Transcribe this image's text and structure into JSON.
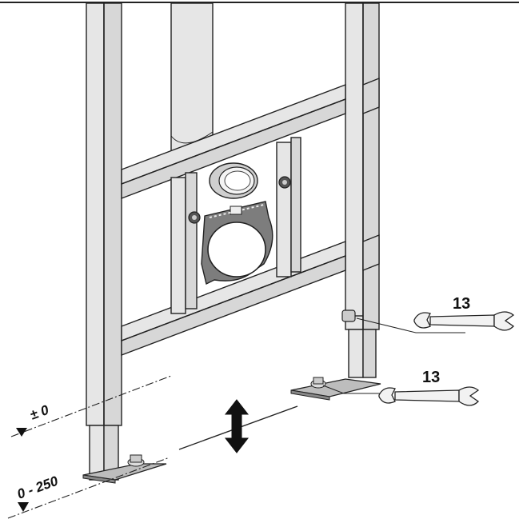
{
  "labels": {
    "wrench_size_upper": "13",
    "wrench_size_lower": "13",
    "level_zero": "± 0",
    "height_range": "0 - 250"
  },
  "icons": {
    "wrench_upper": "open-end-wrench-icon",
    "wrench_lower": "open-end-wrench-icon",
    "height_adjust": "double-arrow-vertical-icon"
  },
  "colors": {
    "frame": "#d7d7d7",
    "outline": "#222222",
    "drain_plate": "#7d7d7d",
    "background": "#ffffff"
  }
}
